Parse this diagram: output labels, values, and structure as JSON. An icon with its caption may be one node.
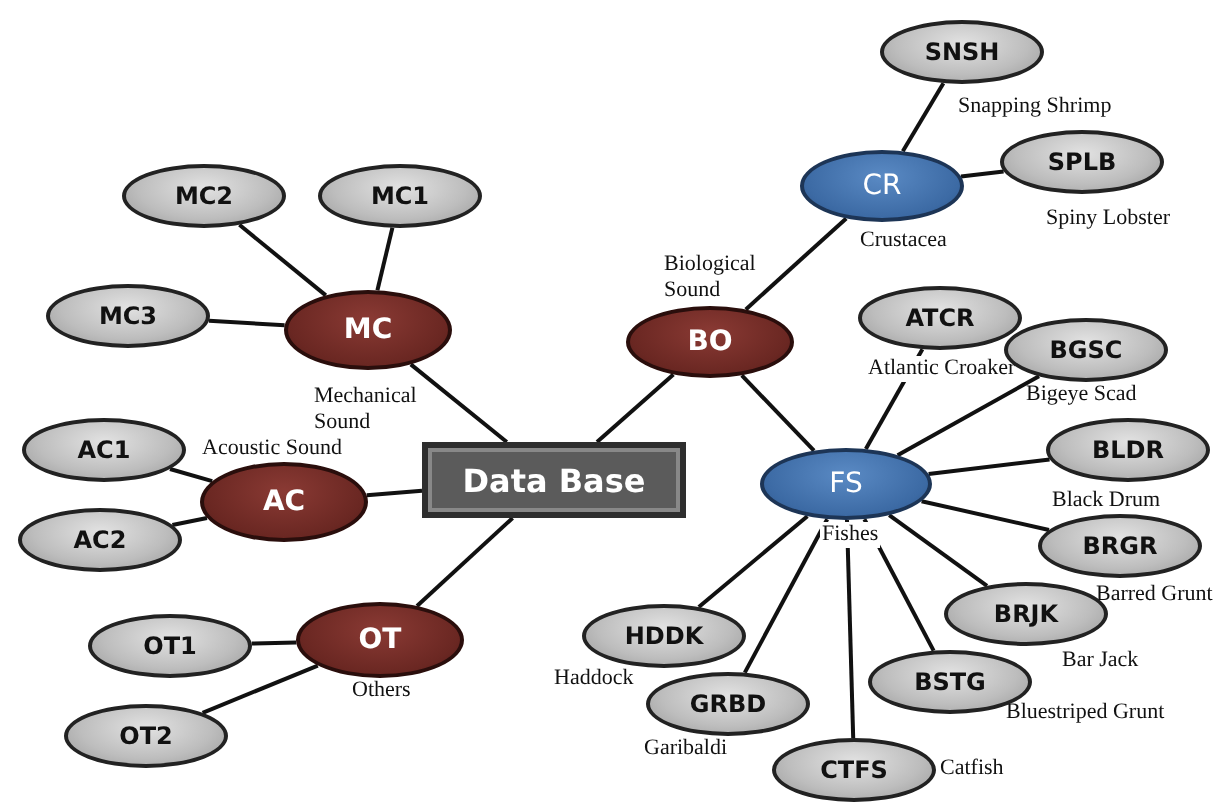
{
  "diagram": {
    "nodes": [
      {
        "text": [
          "Data Base"
        ]
      },
      {
        "text": [
          "MC"
        ],
        "beside": [
          "Mechanical Sound"
        ]
      },
      {
        "text": [
          "MC1"
        ]
      },
      {
        "text": [
          "MC2"
        ]
      },
      {
        "text": [
          "MC3"
        ]
      },
      {
        "text": [
          "AC"
        ],
        "beside": [
          "Acoustic Sound"
        ]
      },
      {
        "text": [
          "AC1"
        ]
      },
      {
        "text": [
          "AC2"
        ]
      },
      {
        "text": [
          "OT"
        ],
        "beside": [
          "Others"
        ]
      },
      {
        "text": [
          "OT1"
        ]
      },
      {
        "text": [
          "OT2"
        ]
      },
      {
        "text": [
          "BO"
        ],
        "beside": [
          "Biological Sound"
        ]
      },
      {
        "text": [
          "CR"
        ],
        "beside": [
          "Crustacea"
        ]
      },
      {
        "text": [
          "SNSH"
        ],
        "beside": [
          "Snapping Shrimp"
        ]
      },
      {
        "text": [
          "SPLB"
        ],
        "beside": [
          "Spiny Lobster"
        ]
      },
      {
        "text": [
          "FS"
        ],
        "beside": [
          "Fishes"
        ]
      },
      {
        "text": [
          "ATCR"
        ],
        "beside": [
          "Atlantic Croaker"
        ]
      },
      {
        "text": [
          "BGSC"
        ],
        "beside": [
          "Bigeye Scad"
        ]
      },
      {
        "text": [
          "BLDR"
        ],
        "beside": [
          "Black Drum"
        ]
      },
      {
        "text": [
          "BRGR"
        ],
        "beside": [
          "Barred Grunt"
        ]
      },
      {
        "text": [
          "BRJK"
        ],
        "beside": [
          "Bar Jack"
        ]
      },
      {
        "text": [
          "BSTG"
        ],
        "beside": [
          "Bluestriped Grunt"
        ]
      },
      {
        "text": [
          "CTFS"
        ],
        "beside": [
          "Catfish"
        ]
      },
      {
        "text": [
          "GRBD"
        ],
        "beside": [
          "Garibaldi"
        ]
      },
      {
        "text": [
          "HDDK"
        ],
        "beside": [
          "Haddock"
        ]
      }
    ],
    "edges": [
      {
        "from": 0,
        "to": 1,
        "arrow": "none"
      },
      {
        "from": 1,
        "to": 2,
        "arrow": "none"
      },
      {
        "from": 1,
        "to": 3,
        "arrow": "none"
      },
      {
        "from": 1,
        "to": 4,
        "arrow": "none"
      },
      {
        "from": 0,
        "to": 5,
        "arrow": "none"
      },
      {
        "from": 5,
        "to": 6,
        "arrow": "none"
      },
      {
        "from": 5,
        "to": 7,
        "arrow": "none"
      },
      {
        "from": 0,
        "to": 8,
        "arrow": "none"
      },
      {
        "from": 8,
        "to": 9,
        "arrow": "none"
      },
      {
        "from": 8,
        "to": 10,
        "arrow": "none"
      },
      {
        "from": 0,
        "to": 11,
        "arrow": "none"
      },
      {
        "from": 11,
        "to": 12,
        "arrow": "none"
      },
      {
        "from": 12,
        "to": 13,
        "arrow": "none"
      },
      {
        "from": 12,
        "to": 14,
        "arrow": "none"
      },
      {
        "from": 11,
        "to": 15,
        "arrow": "none"
      },
      {
        "from": 15,
        "to": 16,
        "arrow": "none"
      },
      {
        "from": 15,
        "to": 17,
        "arrow": "none"
      },
      {
        "from": 15,
        "to": 18,
        "arrow": "none"
      },
      {
        "from": 15,
        "to": 19,
        "arrow": "none"
      },
      {
        "from": 15,
        "to": 20,
        "arrow": "none"
      },
      {
        "from": 15,
        "to": 21,
        "arrow": "none"
      },
      {
        "from": 15,
        "to": 22,
        "arrow": "none"
      },
      {
        "from": 15,
        "to": 23,
        "arrow": "none"
      },
      {
        "from": 15,
        "to": 24,
        "arrow": "none"
      }
    ]
  }
}
